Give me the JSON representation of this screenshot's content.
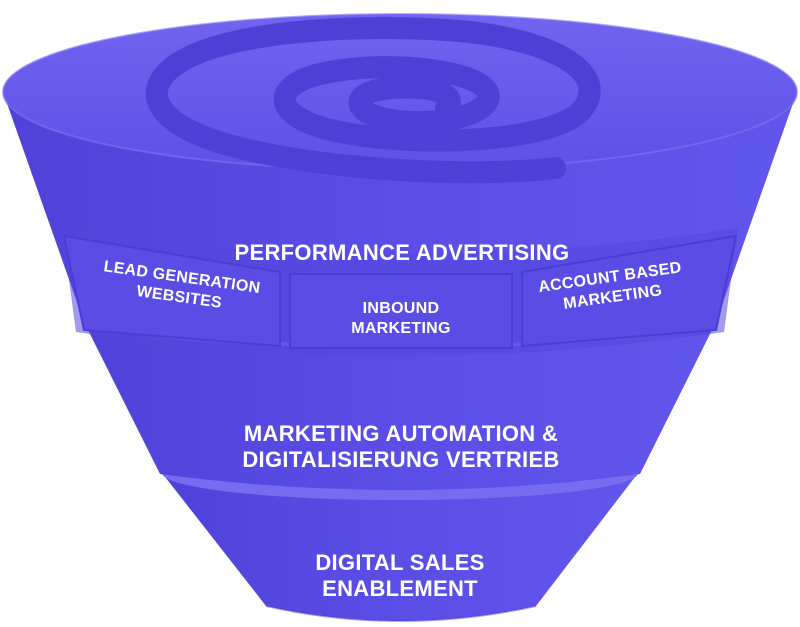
{
  "diagram": {
    "top_section": {
      "title": "PERFORMANCE ADVERTISING",
      "panels": [
        {
          "line1": "LEAD GENERATION",
          "line2": "WEBSITES"
        },
        {
          "line1": "INBOUND",
          "line2": "MARKETING"
        },
        {
          "line1": "ACCOUNT BASED",
          "line2": "MARKETING"
        }
      ]
    },
    "middle_section": {
      "line1": "MARKETING AUTOMATION &",
      "line2": "DIGITALISIERUNG VERTRIEB"
    },
    "bottom_section": {
      "line1": "DIGITAL SALES",
      "line2": "ENABLEMENT"
    },
    "icon": "at-sign-spiral-icon",
    "colors": {
      "funnel_main": "#5b4ee6",
      "funnel_light": "#7065ef",
      "funnel_dark": "#4f43d9",
      "text": "#ffffff"
    }
  }
}
